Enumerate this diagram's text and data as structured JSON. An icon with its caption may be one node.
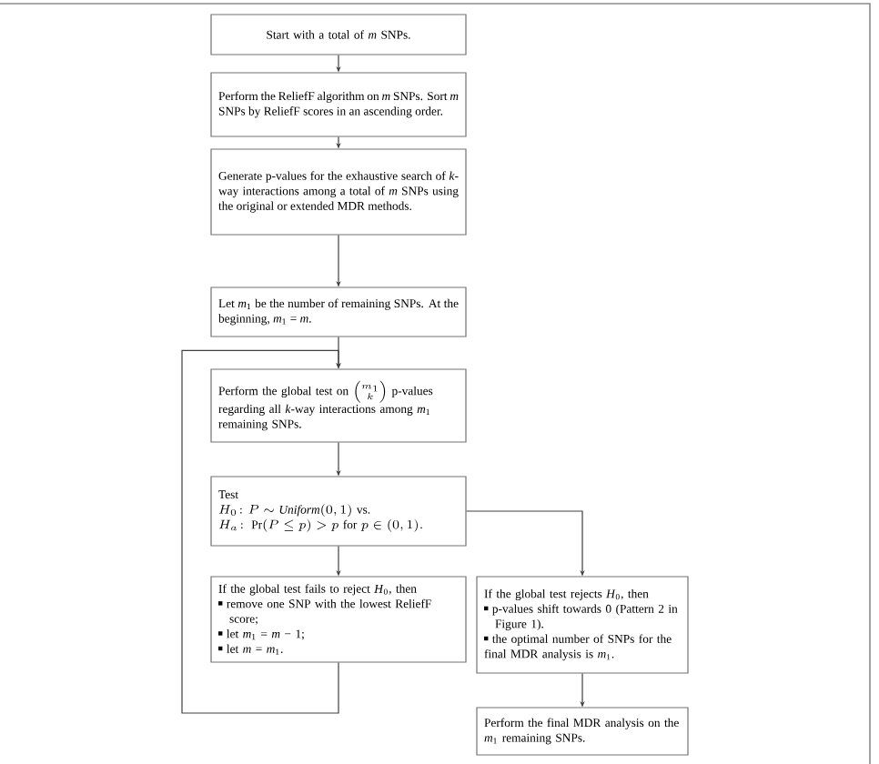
{
  "diagram": {
    "nodes": [
      {
        "text": [
          "Start with a total of *m* SNPs."
        ]
      },
      {
        "text": [
          "Perform the ReliefF algorithm on *m* SNPs. Sort *m* SNPs by ReliefF scores in an ascending order."
        ]
      },
      {
        "text": [
          "Generate p-values for the exhaustive search of *k*-way interactions among a total of *m* SNPs using the original or extended MDR methods."
        ]
      },
      {
        "text": [
          "Let *m*$_{1}$ be the number of remaining SNPs. At the beginning, *m*$_{1}$ = *m*."
        ]
      },
      {
        "text": [
          "Perform the global test on",
          "\\binom{m_1}{k}",
          "p-values regarding all *k*-way interactions among *m*$_{1}$ remaining SNPs."
        ]
      },
      {
        "text": [
          "Test",
          "H_0\\colon P\\sim \\mathit{Uniform}(0,1)\\ \\text{vs.}",
          "H_a\\colon \\Pr(P\\le p)>p\\ \\text{for}\\ p\\in(0,1)."
        ]
      },
      {
        "text": [
          "If the global test fails to reject *H*$_{0}$, then",
          "remove one SNP with the lowest ReliefF score;",
          "let *m*$_{1}$ = *m* − 1;",
          "let *m* = *m*$_{1}$."
        ]
      },
      {
        "text": [
          "If the global test rejects *H*$_{0}$, then",
          "p-values shift towards 0 (Pattern 2 in Figure 1).",
          "the optimal number of SNPs for the final MDR analysis is *m*$_{1}$."
        ]
      },
      {
        "text": [
          "Perform the final MDR analysis on the *m*$_{1}$ remaining SNPs."
        ]
      }
    ],
    "edges": [
      {
        "from": 0,
        "to": 1,
        "arrow": "to"
      },
      {
        "from": 1,
        "to": 2,
        "arrow": "to"
      },
      {
        "from": 2,
        "to": 3,
        "arrow": "to"
      },
      {
        "from": 3,
        "to": 4,
        "arrow": "to"
      },
      {
        "from": 4,
        "to": 5,
        "arrow": "to"
      },
      {
        "from": 5,
        "to": 6,
        "arrow": "to"
      },
      {
        "from": 5,
        "to": 7,
        "arrow": "to"
      },
      {
        "from": 7,
        "to": 8,
        "arrow": "to"
      },
      {
        "from": 6,
        "to": 4,
        "arrow": "to"
      }
    ]
  }
}
